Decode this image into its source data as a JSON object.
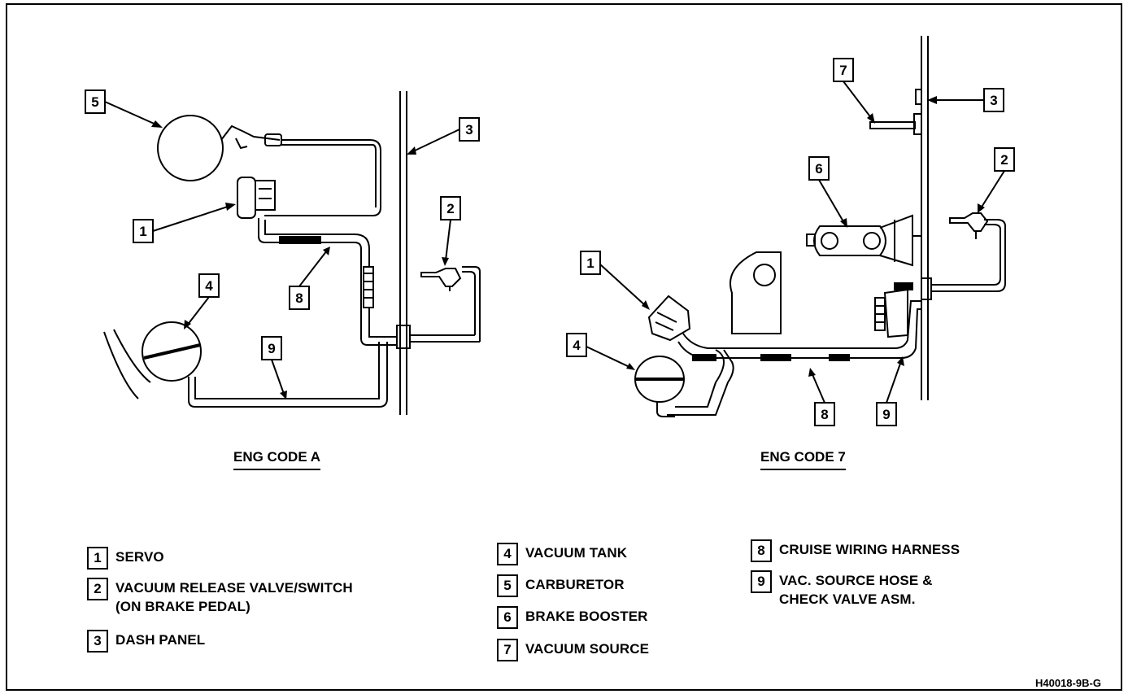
{
  "diagrams": [
    {
      "title": "ENG CODE A",
      "callouts": [
        "1",
        "2",
        "3",
        "4",
        "5",
        "8",
        "9"
      ]
    },
    {
      "title": "ENG CODE 7",
      "callouts": [
        "1",
        "2",
        "3",
        "4",
        "6",
        "7",
        "8",
        "9"
      ]
    }
  ],
  "legend": [
    {
      "num": "1",
      "label": "SERVO"
    },
    {
      "num": "2",
      "label": "VACUUM RELEASE VALVE/SWITCH\n(ON BRAKE PEDAL)"
    },
    {
      "num": "3",
      "label": "DASH PANEL"
    },
    {
      "num": "4",
      "label": "VACUUM TANK"
    },
    {
      "num": "5",
      "label": "CARBURETOR"
    },
    {
      "num": "6",
      "label": "BRAKE BOOSTER"
    },
    {
      "num": "7",
      "label": "VACUUM SOURCE"
    },
    {
      "num": "8",
      "label": "CRUISE WIRING HARNESS"
    },
    {
      "num": "9",
      "label": "VAC. SOURCE HOSE &\nCHECK VALVE ASM."
    }
  ],
  "figure_code": "H40018-9B-G"
}
